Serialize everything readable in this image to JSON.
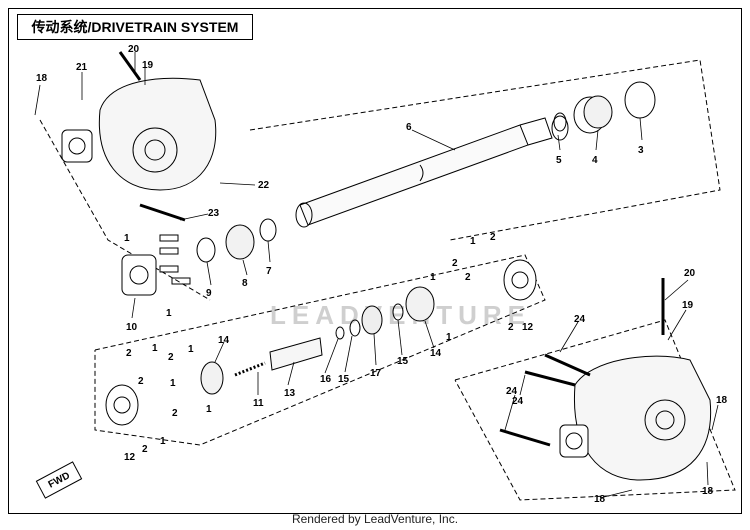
{
  "title": "传动系统/DRIVETRAIN SYSTEM",
  "watermark": "LEADVENTURE",
  "fwd_label": "FWD",
  "footer": "Rendered by LeadVenture, Inc.",
  "callouts": [
    {
      "id": "c20a",
      "text": "20"
    },
    {
      "id": "c19a",
      "text": "19"
    },
    {
      "id": "c21",
      "text": "21"
    },
    {
      "id": "c18a",
      "text": "18"
    },
    {
      "id": "c22",
      "text": "22"
    },
    {
      "id": "c23",
      "text": "23"
    },
    {
      "id": "c6",
      "text": "6"
    },
    {
      "id": "c5",
      "text": "5"
    },
    {
      "id": "c4",
      "text": "4"
    },
    {
      "id": "c3",
      "text": "3"
    },
    {
      "id": "c1a",
      "text": "1"
    },
    {
      "id": "c1b",
      "text": "1"
    },
    {
      "id": "c10",
      "text": "10"
    },
    {
      "id": "c9",
      "text": "9"
    },
    {
      "id": "c8",
      "text": "8"
    },
    {
      "id": "c7",
      "text": "7"
    },
    {
      "id": "c1c",
      "text": "1"
    },
    {
      "id": "c2a",
      "text": "2"
    },
    {
      "id": "c2b",
      "text": "2"
    },
    {
      "id": "c1d",
      "text": "1"
    },
    {
      "id": "c2c",
      "text": "2"
    },
    {
      "id": "c2d",
      "text": "2"
    },
    {
      "id": "c12a",
      "text": "12"
    },
    {
      "id": "c1e",
      "text": "1"
    },
    {
      "id": "c14a",
      "text": "14"
    },
    {
      "id": "c15a",
      "text": "15"
    },
    {
      "id": "c17",
      "text": "17"
    },
    {
      "id": "c15b",
      "text": "15"
    },
    {
      "id": "c16",
      "text": "16"
    },
    {
      "id": "c13",
      "text": "13"
    },
    {
      "id": "c11",
      "text": "11"
    },
    {
      "id": "c14b",
      "text": "14"
    },
    {
      "id": "c2e",
      "text": "2"
    },
    {
      "id": "c1f",
      "text": "1"
    },
    {
      "id": "c2f",
      "text": "2"
    },
    {
      "id": "c1g",
      "text": "1"
    },
    {
      "id": "c2g",
      "text": "2"
    },
    {
      "id": "c1h",
      "text": "1"
    },
    {
      "id": "c2h",
      "text": "2"
    },
    {
      "id": "c1i",
      "text": "1"
    },
    {
      "id": "c12b",
      "text": "12"
    },
    {
      "id": "c2i",
      "text": "2"
    },
    {
      "id": "c1j",
      "text": "1"
    },
    {
      "id": "c24a",
      "text": "24"
    },
    {
      "id": "c24b",
      "text": "24"
    },
    {
      "id": "c24c",
      "text": "24"
    },
    {
      "id": "c20b",
      "text": "20"
    },
    {
      "id": "c19b",
      "text": "19"
    },
    {
      "id": "c18b",
      "text": "18"
    },
    {
      "id": "c18c",
      "text": "18"
    },
    {
      "id": "c18d",
      "text": "18"
    }
  ]
}
